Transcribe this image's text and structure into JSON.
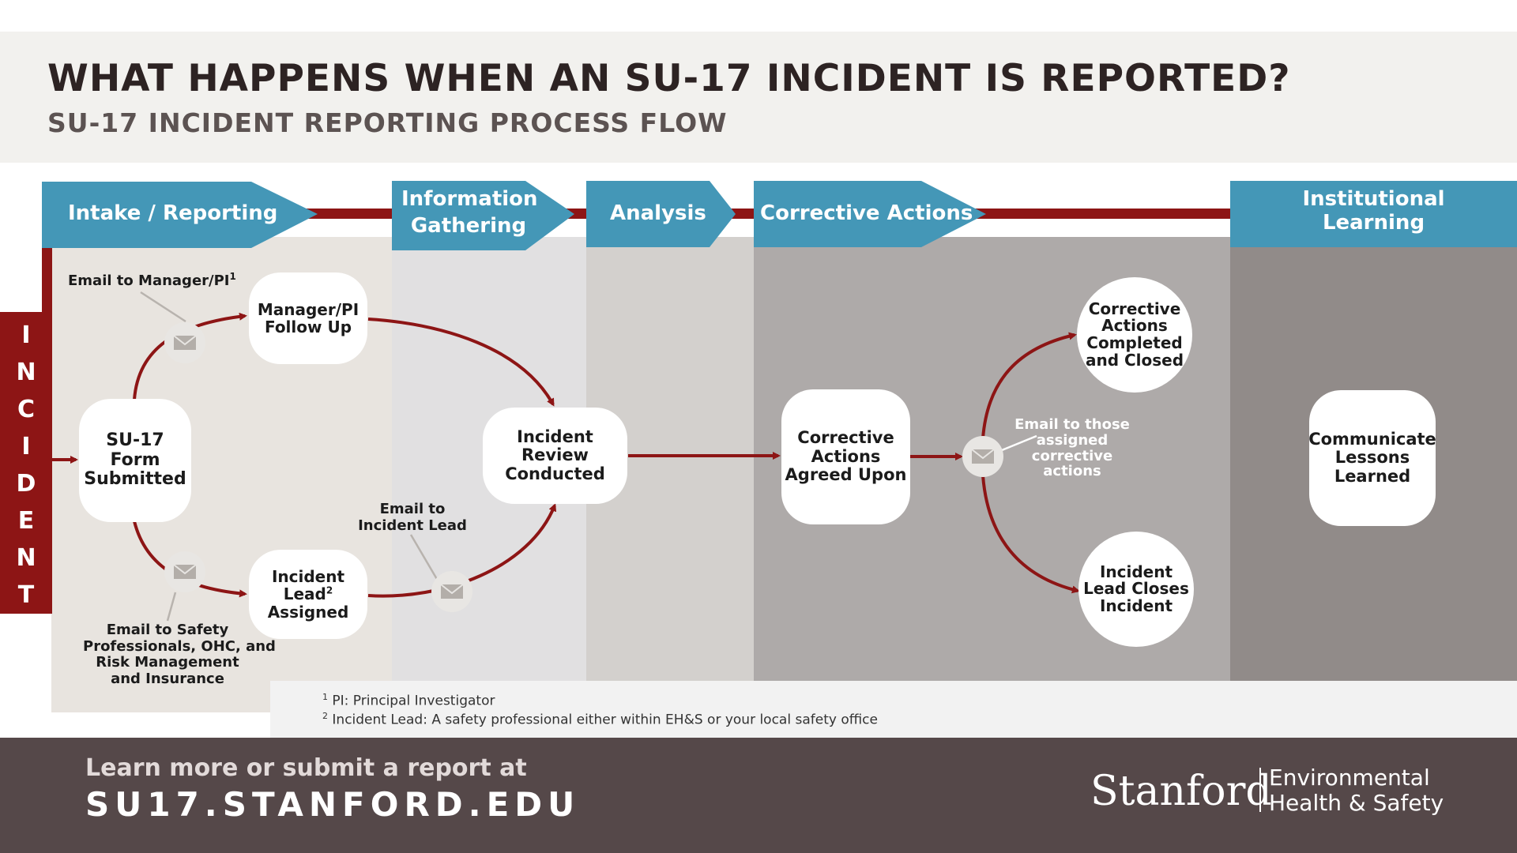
{
  "header": {
    "title": "WHAT HAPPENS WHEN AN SU-17 INCIDENT IS REPORTED?",
    "subtitle": "SU-17 INCIDENT REPORTING PROCESS FLOW"
  },
  "phases": [
    {
      "label": "Intake / Reporting"
    },
    {
      "label_line1": "Information",
      "label_line2": "Gathering"
    },
    {
      "label": "Analysis"
    },
    {
      "label": "Corrective Actions"
    },
    {
      "label_line1": "Institutional",
      "label_line2": "Learning"
    }
  ],
  "incident_letters": [
    "I",
    "N",
    "C",
    "I",
    "D",
    "E",
    "N",
    "T"
  ],
  "nodes": {
    "form_submitted": [
      "SU-17",
      "Form",
      "Submitted"
    ],
    "manager_follow_up": [
      "Manager/PI",
      "Follow Up"
    ],
    "incident_lead_assigned": {
      "line1": "Incident",
      "line2": "Lead",
      "sup": "2",
      "line3": "Assigned"
    },
    "incident_review": [
      "Incident",
      "Review",
      "Conducted"
    ],
    "corrective_agreed": [
      "Corrective",
      "Actions",
      "Agreed Upon"
    ],
    "corrective_completed": [
      "Corrective",
      "Actions",
      "Completed",
      "and Closed"
    ],
    "lead_closes": [
      "Incident",
      "Lead Closes",
      "Incident"
    ],
    "communicate_lessons": [
      "Communicate",
      "Lessons",
      "Learned"
    ]
  },
  "labels": {
    "email_manager": "Email to Manager/PI",
    "email_manager_sup": "1",
    "email_safety": [
      "Email to Safety",
      "Professionals, OHC, and",
      "Risk Management",
      "and Insurance"
    ],
    "email_incident_lead": [
      "Email to",
      "Incident Lead"
    ],
    "email_assigned": [
      "Email to those",
      "assigned",
      "corrective",
      "actions"
    ]
  },
  "footnotes": [
    {
      "num": "1",
      "text": "PI: Principal Investigator"
    },
    {
      "num": "2",
      "text": "Incident Lead: A safety professional either within EH&S or your local safety office"
    }
  ],
  "footer": {
    "learn_more": "Learn more or submit a report at",
    "url": "SU17.STANFORD.EDU",
    "logo_stanford": "Stanford",
    "logo_line1": "Environmental",
    "logo_line2": "Health & Safety"
  },
  "colors": {
    "phase_blue": "#4497b7",
    "arrow_red": "#8d1515",
    "incident_red": "#8d1515",
    "footer_bg": "#554849"
  }
}
